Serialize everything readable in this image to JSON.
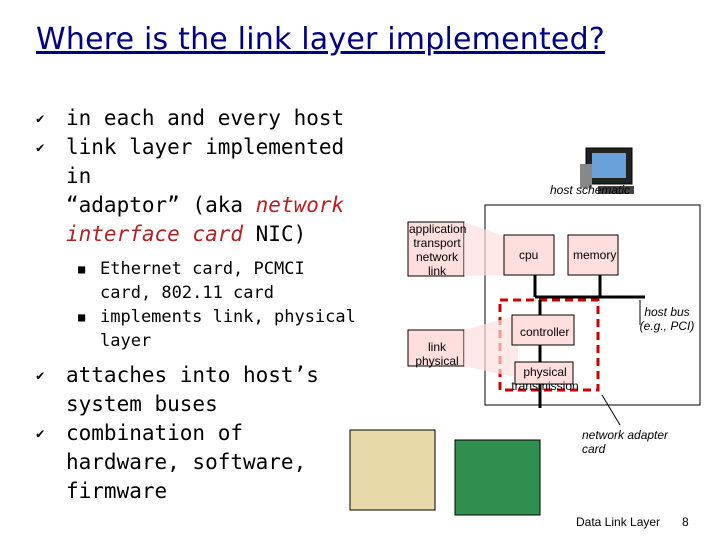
{
  "title": "Where is the link layer implemented?",
  "bullets": {
    "b1": "in each and every host",
    "b2_line1": "link layer implemented in",
    "b2_a": "“adaptor” (aka ",
    "b2_red": "network interface card",
    "b2_b": " NIC)",
    "sub1": "Ethernet card, PCMCI card, 802.11 card",
    "sub2": "implements link, physical layer",
    "b3": "attaches into host’s system buses",
    "b4": "combination of hardware, software, firmware"
  },
  "diagram": {
    "host_schematic": "host schematic",
    "stack": [
      "application",
      "transport",
      "network",
      "link"
    ],
    "stack2": [
      "link",
      "physical"
    ],
    "cpu": "cpu",
    "memory": "memory",
    "host_bus": "host bus (e.g., PCI)",
    "controller": "controller",
    "physical_transmission": "physical transmission",
    "adapter_label": "network adapter card"
  },
  "footer": {
    "label": "Data Link Layer",
    "page": "8"
  },
  "icons": [
    "bullet-v-icon",
    "square-bullet-icon",
    "computer-icon"
  ],
  "colors": {
    "title": "#000080",
    "accent_red": "#b22222",
    "box_fill": "#ffdede"
  }
}
